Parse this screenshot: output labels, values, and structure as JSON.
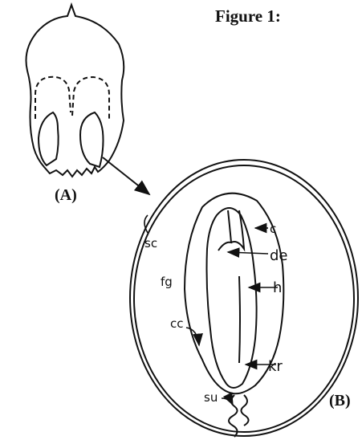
{
  "figure": {
    "title": "Figure 1:",
    "panel_a_label": "(A)",
    "panel_b_label": "(B)"
  },
  "labels": {
    "sc": "sc",
    "c": "c",
    "de": "de",
    "fg": "fg",
    "h": "h",
    "cc": "cc",
    "kr": "kr",
    "su": "su"
  }
}
